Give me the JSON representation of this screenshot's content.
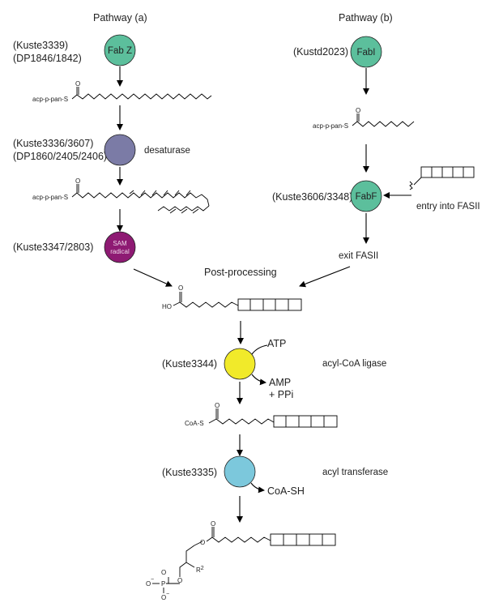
{
  "pathway_a": {
    "title": "Pathway (a)",
    "gene1_line1": "(Kuste3339)",
    "gene1_line2": "(DP1846/1842)",
    "enzyme1": "Fab Z",
    "acp1": "acp-p-pan-S",
    "gene2_line1": "(Kuste3336/3607)",
    "gene2_line2": "(DP1860/2405/2406)",
    "enzyme2_label": "desaturase",
    "acp2": "acp-p-pan-S",
    "gene3": "(Kuste3347/2803)",
    "enzyme3_line1": "SAM",
    "enzyme3_line2": "radical"
  },
  "pathway_b": {
    "title": "Pathway (b)",
    "gene1": "(Kustd2023)",
    "enzyme1": "FabI",
    "acp": "acp-p-pan-S",
    "gene2": "(Kuste3606/3348)",
    "enzyme2": "FabF",
    "entry": "entry into FASII",
    "exit": "exit FASII"
  },
  "post": {
    "title": "Post-processing",
    "ho": "HO",
    "o_top": "O",
    "gene_ligase": "(Kuste3344)",
    "atp": "ATP",
    "ligase_label": "acyl-CoA ligase",
    "amp": "AMP",
    "ppi": "+ PPi",
    "coa": "CoA-S",
    "gene_transferase": "(Kuste3335)",
    "transferase_label": "acyl transferase",
    "coash": "CoA-SH",
    "o_ester": "O",
    "r2": "R",
    "r2_sup": "2",
    "p": "P",
    "o_minus_left": "O",
    "o_minus_bottom": "O",
    "minus": "−",
    "o_double": "O"
  },
  "colors": {
    "fab_green": "#5cbf9c",
    "desaturase": "#7b7ba6",
    "sam_radical": "#8e1a73",
    "ligase_yellow": "#f1ea2a",
    "transferase_blue": "#7cc8dc"
  }
}
